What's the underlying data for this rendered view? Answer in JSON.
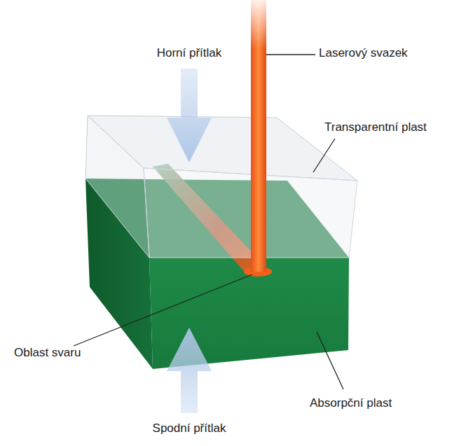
{
  "diagram": {
    "labels": [
      "Horní přítlak",
      "Laserový svazek",
      "Transparentní plast",
      "Oblast svaru",
      "Absorpční plast",
      "Spodní přítlak"
    ]
  }
}
